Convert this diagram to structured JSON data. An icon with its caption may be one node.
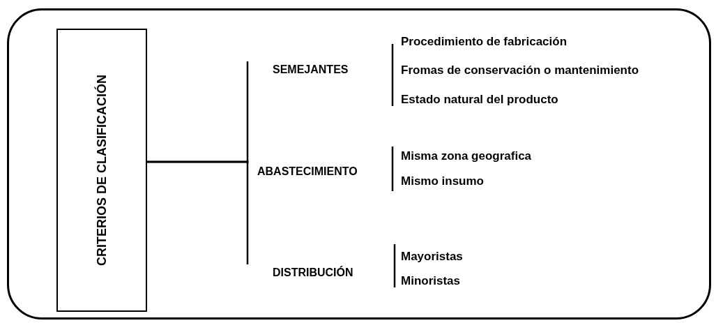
{
  "diagram": {
    "nodes": [
      {
        "text": [],
        "shape": "box"
      },
      {
        "text": [
          "CRITERIOS DE CLASIFICACIÓN"
        ],
        "in": 0
      },
      {
        "text": [
          "SEMEJANTES"
        ],
        "in": 0
      },
      {
        "text": [
          "ABASTECIMIENTO"
        ],
        "in": 0
      },
      {
        "text": [
          "DISTRIBUCIÓN"
        ],
        "in": 0
      }
    ],
    "edges": [
      {
        "from": 1,
        "to": 2,
        "arrow": "none"
      },
      {
        "from": 1,
        "to": 3,
        "arrow": "none"
      },
      {
        "from": 1,
        "to": 4,
        "arrow": "none"
      }
    ],
    "labels": [
      "Procedimiento de fabricación",
      "Fromas de conservación o mantenimiento",
      "Estado natural del producto",
      "Misma zona geografica",
      "Mismo insumo",
      "Mayoristas",
      "Minoristas"
    ]
  }
}
